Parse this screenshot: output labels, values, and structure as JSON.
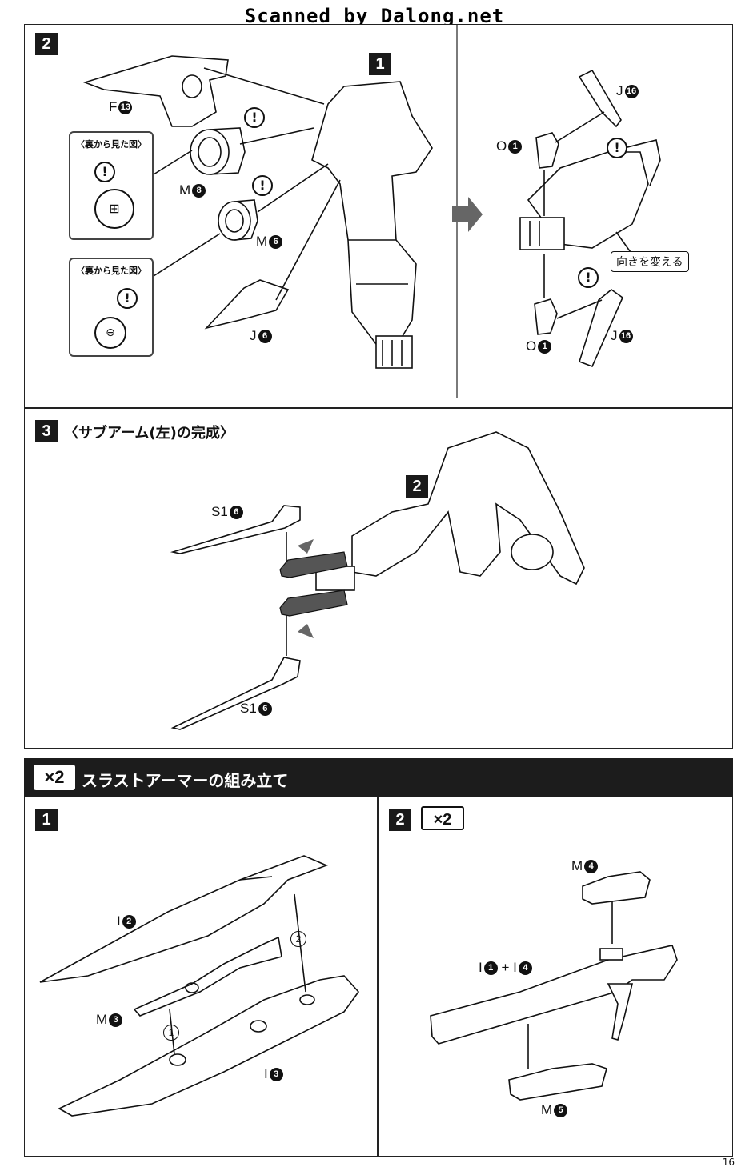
{
  "header": {
    "scanner_text": "Scanned by Dalong.net"
  },
  "step2": {
    "number": "2",
    "sub_step_badge": "1",
    "labels": {
      "f13": {
        "letter": "F",
        "num": "13"
      },
      "m8": {
        "letter": "M",
        "num": "8"
      },
      "m6": {
        "letter": "M",
        "num": "6"
      },
      "j6": {
        "letter": "J",
        "num": "6"
      },
      "j16_top": {
        "letter": "J",
        "num": "16"
      },
      "o1_top": {
        "letter": "O",
        "num": "1"
      },
      "o1_bottom": {
        "letter": "O",
        "num": "1"
      },
      "j16_bottom": {
        "letter": "J",
        "num": "16"
      }
    },
    "callout_back_view": "〈裏から見た図〉",
    "orientation_note": "向きを変える"
  },
  "step3": {
    "number": "3",
    "title": "〈サブアーム(左)の完成〉",
    "badge": "2",
    "labels": {
      "s16_top": {
        "letter": "S1",
        "num": "6"
      },
      "s16_bottom": {
        "letter": "S1",
        "num": "6"
      }
    }
  },
  "section": {
    "multiplier": "×2",
    "title": "スラストアーマーの組み立て"
  },
  "sub1": {
    "number": "1",
    "labels": {
      "i2": {
        "letter": "I",
        "num": "2"
      },
      "m3": {
        "letter": "M",
        "num": "3"
      },
      "i3": {
        "letter": "I",
        "num": "3"
      }
    },
    "order_marks": [
      "1",
      "2"
    ]
  },
  "sub2": {
    "number": "2",
    "multiplier": "×2",
    "labels": {
      "m4": {
        "letter": "M",
        "num": "4"
      },
      "i1_i4": {
        "a": "I",
        "a_num": "1",
        "plus": "+",
        "b": "I",
        "b_num": "4"
      },
      "m5": {
        "letter": "M",
        "num": "5"
      }
    }
  },
  "footer": {
    "page_number": "16"
  }
}
